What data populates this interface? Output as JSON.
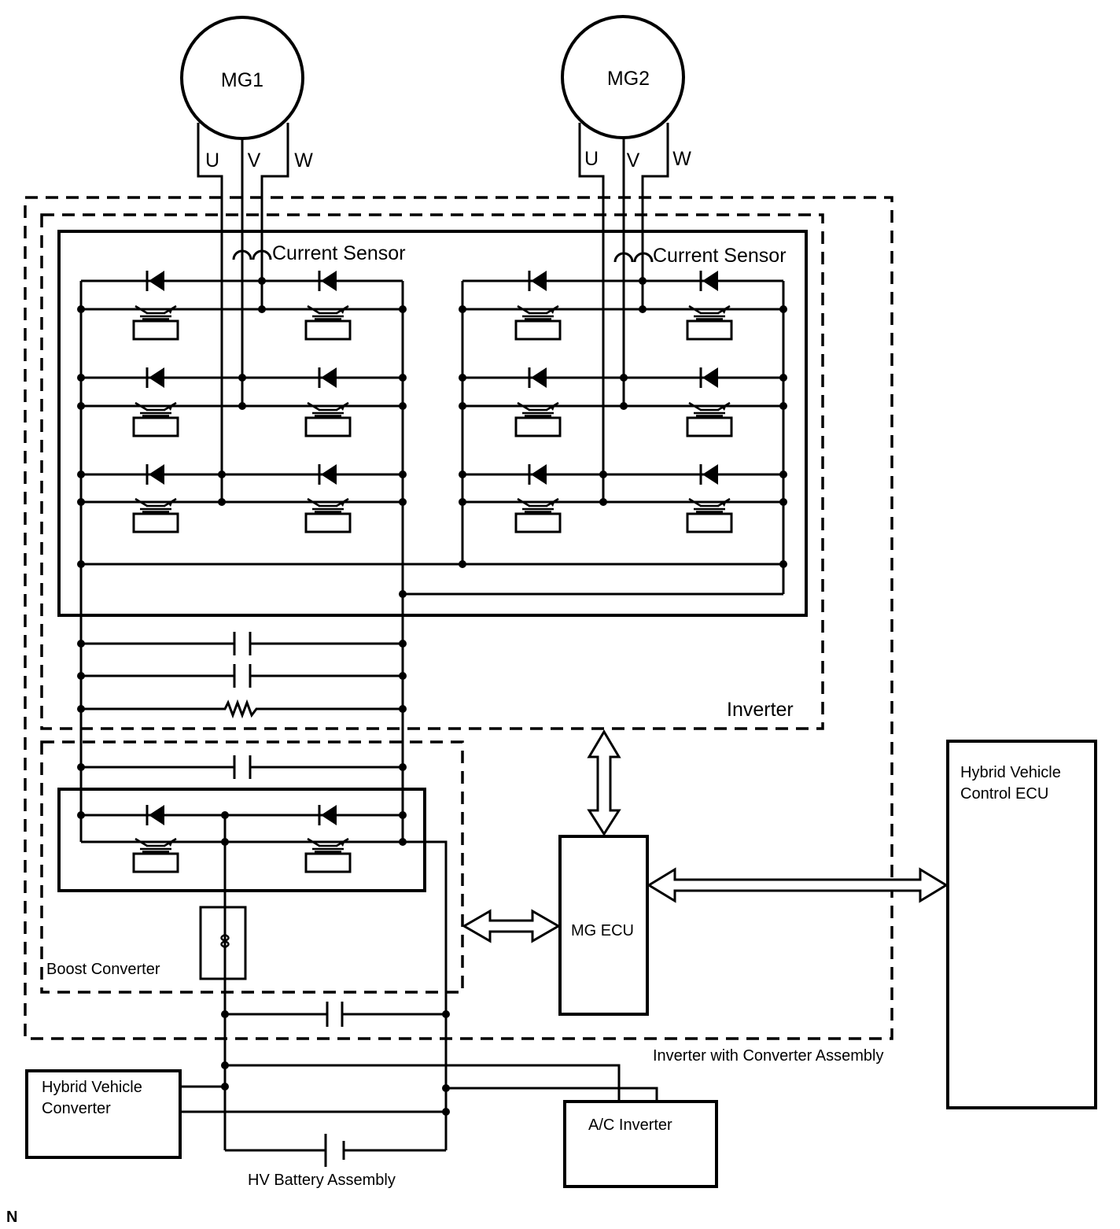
{
  "motors": {
    "mg1": {
      "label": "MG1",
      "phases": [
        "U",
        "V",
        "W"
      ]
    },
    "mg2": {
      "label": "MG2",
      "phases": [
        "U",
        "V",
        "W"
      ]
    }
  },
  "current_sensor_label": "Current Sensor",
  "blocks": {
    "inverter": "Inverter",
    "boost_converter": "Boost Converter",
    "assembly": "Inverter with Converter Assembly",
    "mg_ecu": "MG ECU",
    "hv_control_ecu": [
      "Hybrid Vehicle",
      "Control ECU"
    ],
    "hv_converter": [
      "Hybrid Vehicle",
      "Converter"
    ],
    "ac_inverter": "A/C Inverter",
    "hv_battery": "HV Battery Assembly"
  },
  "corner_mark": "N"
}
